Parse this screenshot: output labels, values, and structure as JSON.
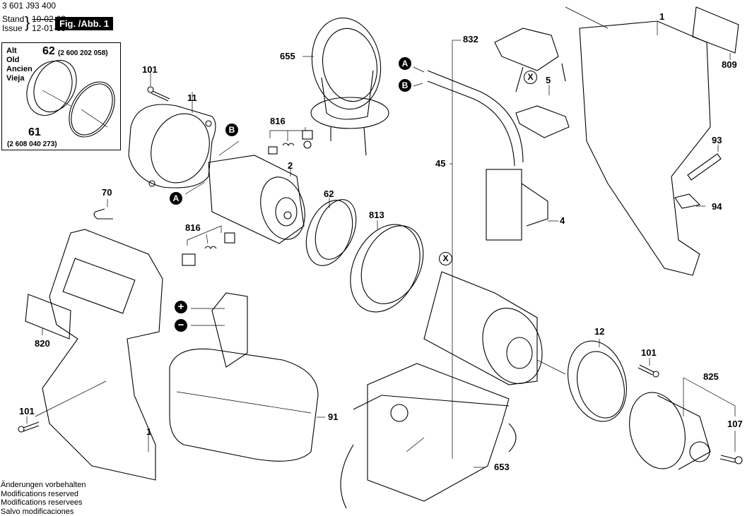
{
  "header": {
    "part_number": "3 601 J93 400",
    "stand_label": "Stand",
    "issue_label": "Issue",
    "stand_date": "10-02-03",
    "issue_date": "12-01-09",
    "figure_label": "Fig. /Abb. 1"
  },
  "old_parts_box": {
    "words": [
      "Alt",
      "Old",
      "Ancien",
      "Vieja"
    ],
    "items": [
      {
        "ref": "62",
        "part_no": "(2 600 202 058)"
      },
      {
        "ref": "61",
        "part_no": "(2 608 040 273)"
      }
    ]
  },
  "callouts": {
    "c101a": "101",
    "c11": "11",
    "c655": "655",
    "c816a": "816",
    "c2": "2",
    "c70": "70",
    "c816b": "816",
    "c62": "62",
    "c813": "813",
    "c820": "820",
    "c101b": "101",
    "c1b": "1",
    "c91": "91",
    "c653": "653",
    "c832": "832",
    "c45": "45",
    "c5": "5",
    "c4": "4",
    "c1a": "1",
    "c809": "809",
    "c93": "93",
    "c94": "94",
    "c12": "12",
    "c101c": "101",
    "c825": "825",
    "c107": "107"
  },
  "connector_markers": {
    "A": "A",
    "B": "B",
    "X": "X",
    "plus": "+",
    "minus": "−"
  },
  "footer": {
    "lines": [
      "Änderungen vorbehalten",
      "Modifications reserved",
      "Modifications reservees",
      "Salvo modificaciones"
    ]
  }
}
